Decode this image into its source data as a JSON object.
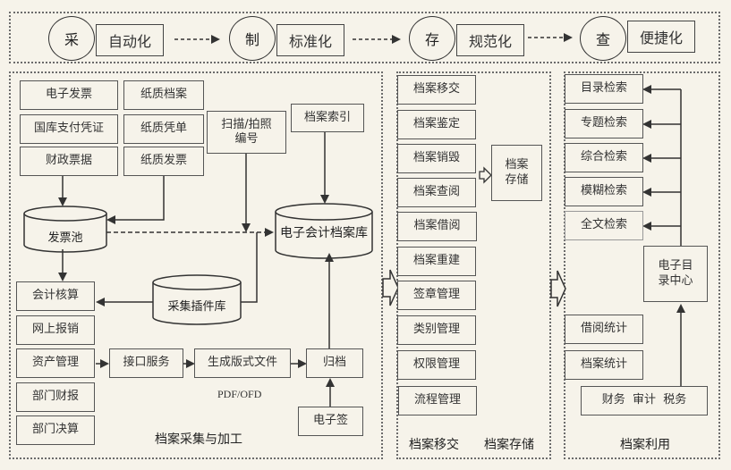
{
  "top_flow": {
    "steps": [
      {
        "circle": "采",
        "label": "自动化"
      },
      {
        "circle": "制",
        "label": "标准化"
      },
      {
        "circle": "存",
        "label": "规范化"
      },
      {
        "circle": "查",
        "label": "便捷化"
      }
    ]
  },
  "collection": {
    "title": "档案采集与加工",
    "sources_left": [
      "电子发票",
      "国库支付凭证",
      "财政票据"
    ],
    "sources_right": [
      "纸质档案",
      "纸质凭单",
      "纸质发票"
    ],
    "scan": "扫描/拍照\n编号",
    "index": "档案索引",
    "invoice_pool": "发票池",
    "archive_db": "电子会计档案库",
    "plugin_db": "采集插件库",
    "systems": [
      "会计核算",
      "网上报销",
      "资产管理",
      "部门财报",
      "部门决算"
    ],
    "interface": "接口服务",
    "format_file": "生成版式文件",
    "format_note": "PDF/OFD",
    "archive": "归档",
    "esign": "电子签"
  },
  "storage": {
    "title_left": "档案移交",
    "title_right": "档案存储",
    "items": [
      "档案移交",
      "档案鉴定",
      "档案销毁",
      "档案查阅",
      "档案借阅",
      "档案重建",
      "签章管理",
      "类别管理",
      "权限管理",
      "流程管理"
    ],
    "store_box": "档案\n存储"
  },
  "usage": {
    "title": "档案利用",
    "searches": [
      "目录检索",
      "专题检索",
      "综合检索",
      "模糊检索",
      "全文检索"
    ],
    "catalog_center": "电子目\n录中心",
    "stats": [
      "借阅统计",
      "档案统计"
    ],
    "users": "财务  审计  税务"
  }
}
